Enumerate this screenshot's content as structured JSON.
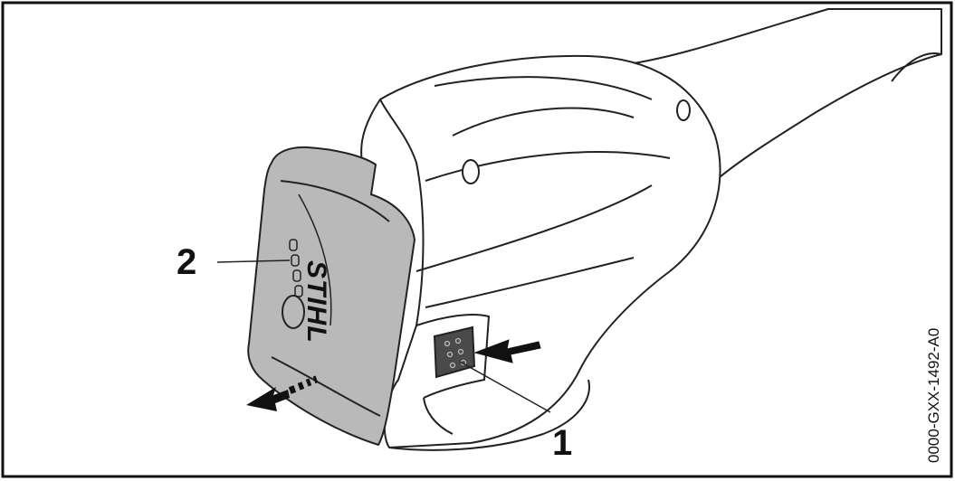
{
  "callouts": {
    "battery_label": "2",
    "release_button_label": "1"
  },
  "reference_code": "0000-GXX-1492-A0",
  "logo_text": "STIHL",
  "icons": {
    "battery": "battery-pack-icon",
    "release_button": "release-button-icon",
    "press_arrow": "press-arrow-icon",
    "pull_arrow": "pull-out-arrow-icon"
  },
  "colors": {
    "frame": "#111111",
    "line": "#222222",
    "battery_fill": "#b9b9b9",
    "button_fill": "#4a4a4a",
    "background": "#ffffff"
  }
}
